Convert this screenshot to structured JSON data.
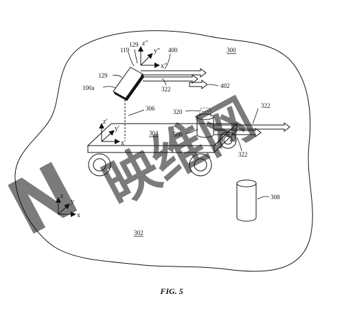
{
  "figure": {
    "caption": "FIG. 5",
    "refs": {
      "r300": "300",
      "r302": "302",
      "r304": "304",
      "r306": "306",
      "r308": "308",
      "r320": "320",
      "r322a": "322",
      "r322b": "322",
      "r322c": "322",
      "r400": "400",
      "r402": "402",
      "r500": "500",
      "r119": "119",
      "r129a": "129",
      "r129b": "129",
      "r100a": "100a"
    },
    "axes": {
      "world": {
        "x": "x",
        "y": "y",
        "z": "z"
      },
      "cart": {
        "x": "x'",
        "y": "y'",
        "z": "z'"
      },
      "sensor": {
        "x": "x\"",
        "y": "y\"",
        "z": "z\""
      }
    }
  },
  "watermark": {
    "text": "映维网",
    "color": "#cfe0f2"
  }
}
